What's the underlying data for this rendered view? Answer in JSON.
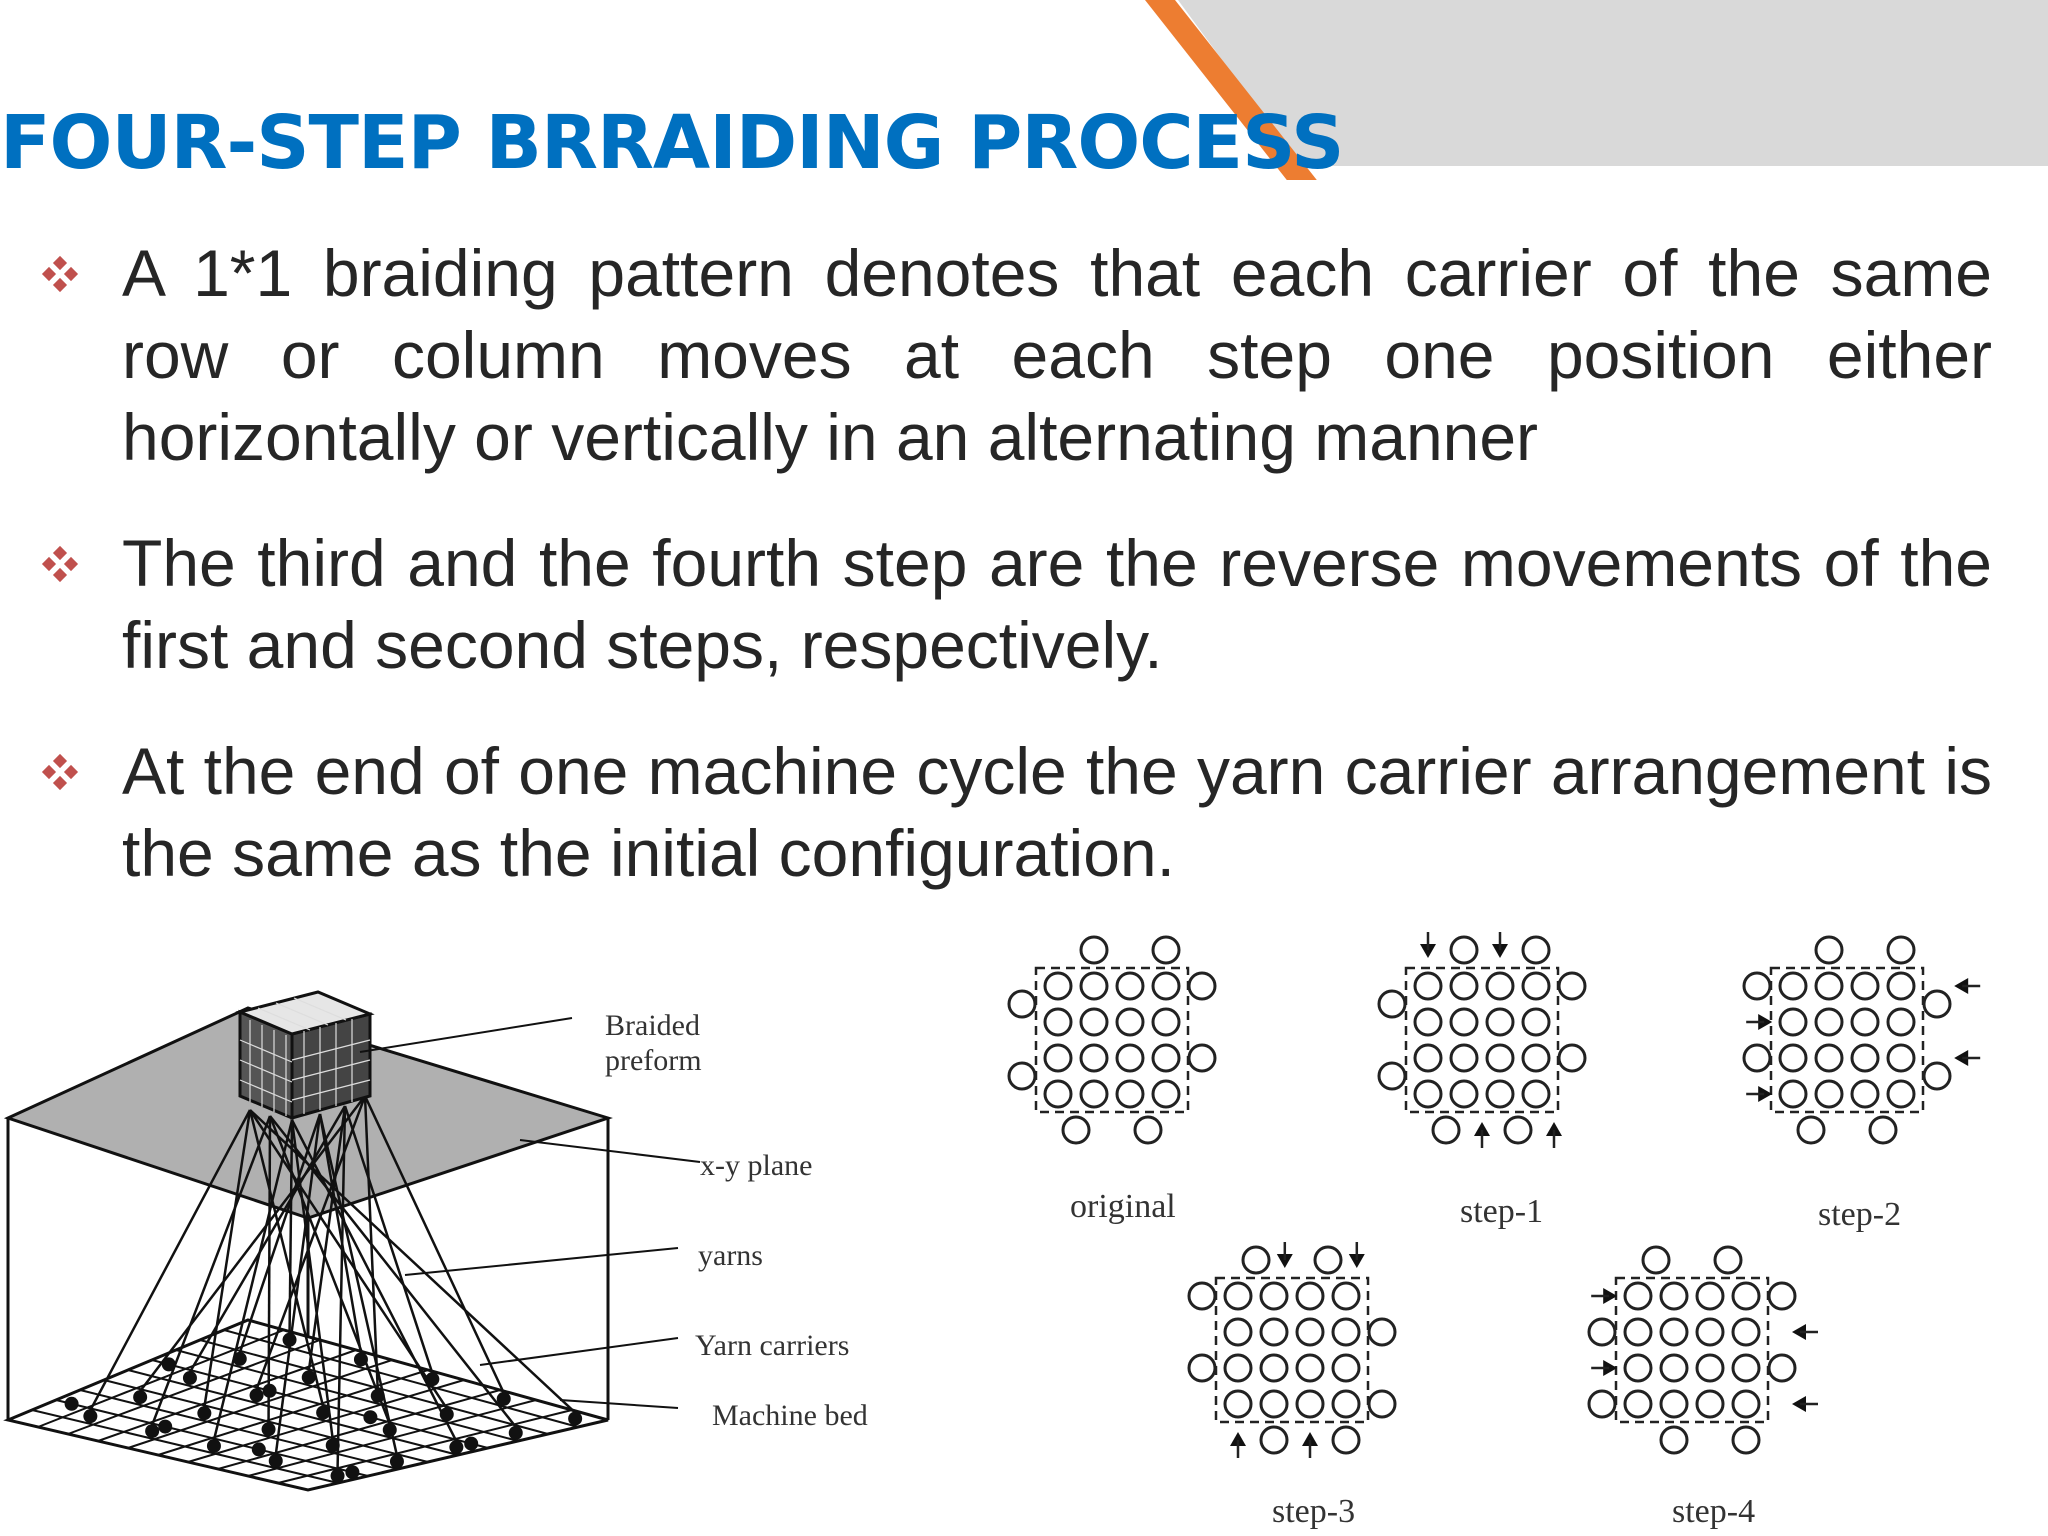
{
  "title": "FOUR-STEP BRRAIDING PROCESS",
  "colors": {
    "title": "#0070c0",
    "accent": "#ed7d31",
    "band": "#d9d9d9",
    "bullet": "#c0504d",
    "text": "#262626"
  },
  "bullets": [
    {
      "icon": "diamond-bullet-icon",
      "text": "A 1*1 braiding pattern denotes that each carrier of the same row or column moves at each step one position either horizontally or vertically in an alternating manner"
    },
    {
      "icon": "diamond-bullet-icon",
      "text": "The third and the fourth step are the reverse movements of the first and second steps, respectively."
    },
    {
      "icon": "diamond-bullet-icon",
      "text": "At the end of one machine cycle the yarn carrier arrangement is the same as the initial configuration."
    }
  ],
  "figure": {
    "machine_labels": {
      "braided_1": "Braided",
      "braided_2": "preform",
      "plane": "x-y plane",
      "yarns": "yarns",
      "carriers": "Yarn carriers",
      "bed": "Machine bed"
    },
    "step_captions": {
      "original": "original",
      "step1": "step-1",
      "step2": "step-2",
      "step3": "step-3",
      "step4": "step-4"
    }
  }
}
